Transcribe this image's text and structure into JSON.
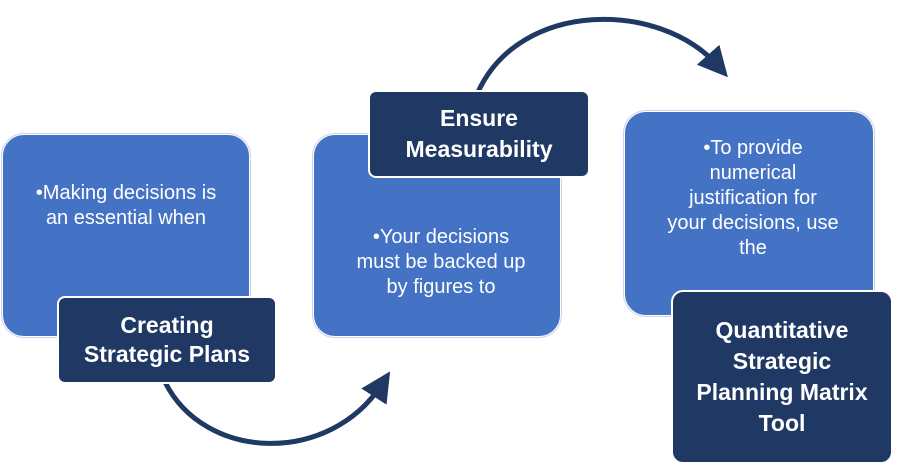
{
  "steps": [
    {
      "body": "•Making decisions is an essential when",
      "title": "Creating Strategic Plans"
    },
    {
      "body": "•Your decisions must be backed up by figures to",
      "title": "Ensure Measurability"
    },
    {
      "body": "•To provide numerical justification for your decisions, use the",
      "title": "Quantitative Strategic Planning Matrix Tool"
    }
  ],
  "colors": {
    "box_fill": "#4472c4",
    "label_fill": "#1f3864",
    "arrow": "#1f3864"
  }
}
